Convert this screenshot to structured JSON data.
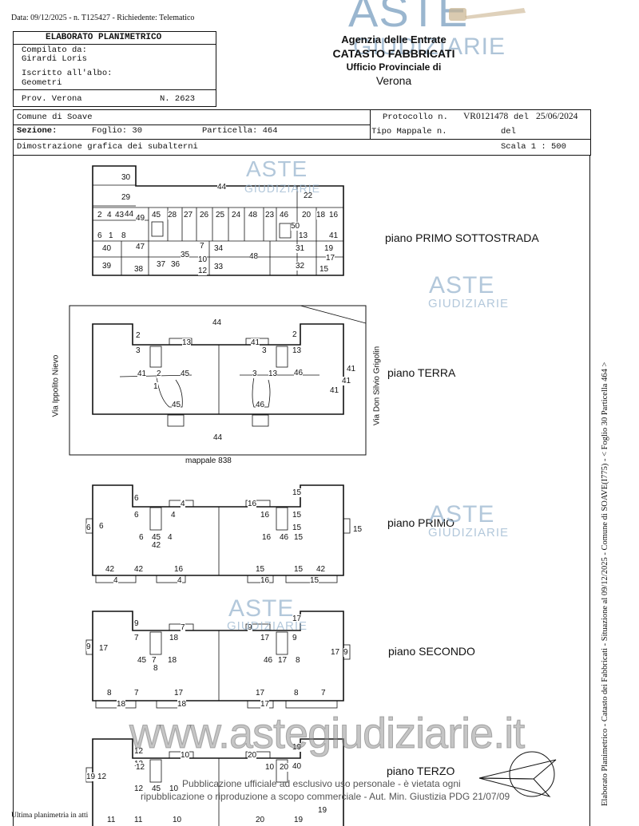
{
  "top_line": "Data: 09/12/2025 - n. T125427 - Richiedente: Telematico",
  "compiler_box": {
    "title": "ELABORATO PLANIMETRICO",
    "compilato_label": "Compilato da:",
    "compilato_value": "Girardi Loris",
    "iscritto_label": "Iscritto all'albo:",
    "iscritto_value": "Geometri",
    "prov": "Prov. Verona",
    "numero": "N. 2623"
  },
  "agency": {
    "line1": "Agenzia delle Entrate",
    "line2": "CATASTO FABBRICATI",
    "line3": "Ufficio Provinciale di",
    "line4": "Verona"
  },
  "info": {
    "comune": "Comune di Soave",
    "sezione_label": "Sezione:",
    "foglio": "Foglio: 30",
    "particella": "Particella: 464",
    "protocollo_label": "Protocollo n.",
    "protocollo_value": "VR0121478",
    "del_label": "del",
    "protocollo_date": "25/06/2024",
    "tipo_mappale_label": "Tipo Mappale n.",
    "del2_label": "del",
    "dimostrazione": "Dimostrazione grafica dei subalterni",
    "scala": "Scala 1 : 500"
  },
  "floors": {
    "sottostrada": "piano PRIMO SOTTOSTRADA",
    "terra": "piano TERRA",
    "primo": "piano PRIMO",
    "secondo": "piano SECONDO",
    "terzo": "piano TERZO"
  },
  "streets": {
    "left": "Via Ippolito Nievo",
    "right": "Via Don Silvio Grigolin",
    "mappale": "mappale 838"
  },
  "side_text": "Elaborato Planimetrico - Catasto dei Fabbricati - Situazione al 09/12/2025 - Comune di SOAVE(I775) - < Foglio 30 Particella 464 >",
  "bottom_left": "Ultima planimetria in atti",
  "watermark": {
    "aste": "ASTE",
    "giudiziarie": "GIUDIZIARIE",
    "url": "www.astegiudiziarie.it",
    "notice1": "Pubblicazione ufficiale ad esclusivo uso personale - è vietata ogni",
    "notice2": "ripubblicazione o riproduzione a scopo commerciale - Aut. Min. Giustizia PDG 21/07/09"
  },
  "labels": {
    "b1": [
      "30",
      "29",
      "44",
      "22",
      "2",
      "4",
      "43",
      "44",
      "49",
      "45",
      "28",
      "27",
      "26",
      "25",
      "24",
      "48",
      "23",
      "46",
      "20",
      "18",
      "16",
      "50",
      "6",
      "1",
      "8",
      "13",
      "41",
      "40",
      "47",
      "7",
      "34",
      "31",
      "19",
      "35",
      "10",
      "48",
      "17",
      "39",
      "38",
      "37",
      "36",
      "12",
      "33",
      "32",
      "15"
    ],
    "b2": [
      "44",
      "2",
      "3",
      "13",
      "41",
      "2",
      "3",
      "13",
      "41",
      "2",
      "45",
      "3",
      "13",
      "46",
      "41",
      "41",
      "1",
      "41",
      "45",
      "46",
      "44"
    ],
    "b3": [
      "6",
      "15",
      "4",
      "16",
      "6",
      "4",
      "16",
      "15",
      "6",
      "6",
      "15",
      "15",
      "6",
      "45",
      "4",
      "16",
      "46",
      "15",
      "42",
      "42",
      "42",
      "4",
      "16",
      "15",
      "15",
      "42",
      "4",
      "16",
      "15"
    ],
    "b4": [
      "9",
      "17",
      "7",
      "9",
      "7",
      "18",
      "17",
      "9",
      "9",
      "17",
      "17",
      "9",
      "45",
      "7",
      "18",
      "46",
      "17",
      "8",
      "8",
      "8",
      "7",
      "18",
      "17",
      "17",
      "8",
      "7",
      "18",
      "17"
    ],
    "b5": [
      "12",
      "10",
      "20",
      "19",
      "12",
      "12",
      "10",
      "20",
      "40",
      "19",
      "12",
      "12",
      "45",
      "10",
      "11",
      "11",
      "10",
      "20",
      "19",
      "19"
    ]
  }
}
